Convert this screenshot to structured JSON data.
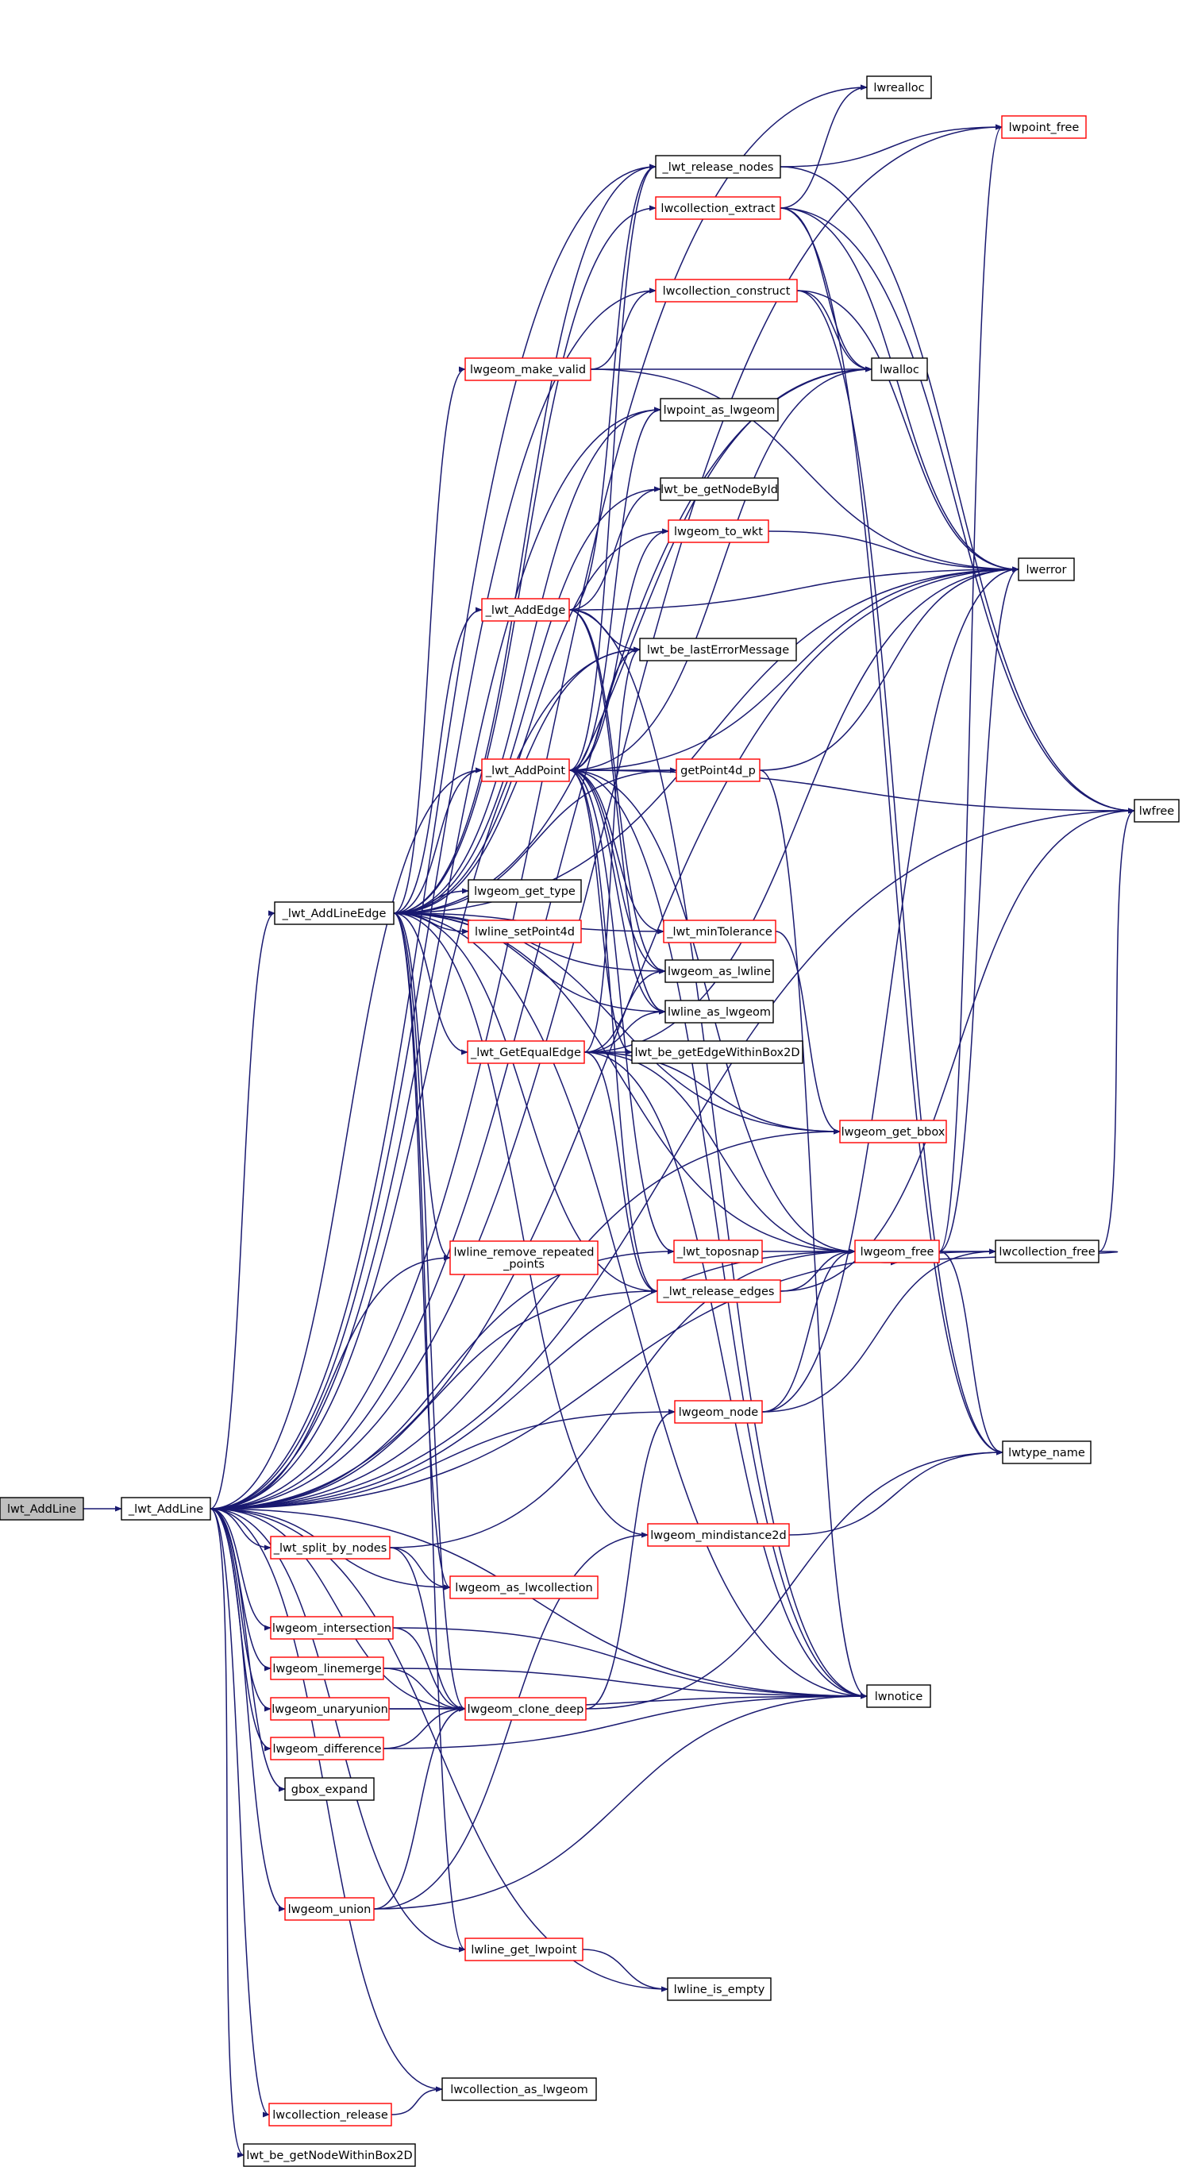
{
  "colors": {
    "edge": "#191970",
    "node_border_default": "#000000",
    "node_border_truncated": "#ff0000",
    "root_fill": "#bfbfbf",
    "node_fill": "#ffffff"
  },
  "nodes": [
    {
      "id": "n_lwt_AddLine",
      "lines": [
        "lwt_AddLine"
      ],
      "style": "root"
    },
    {
      "id": "n__lwt_AddLine",
      "lines": [
        "_lwt_AddLine"
      ],
      "style": "default"
    },
    {
      "id": "n__lwt_AddLineEdge",
      "lines": [
        "_lwt_AddLineEdge"
      ],
      "style": "default"
    },
    {
      "id": "n_lwrealloc",
      "lines": [
        "lwrealloc"
      ],
      "style": "default"
    },
    {
      "id": "n_lwpoint_free",
      "lines": [
        "lwpoint_free"
      ],
      "style": "red"
    },
    {
      "id": "n__lwt_release_nodes",
      "lines": [
        "_lwt_release_nodes"
      ],
      "style": "default"
    },
    {
      "id": "n_lwcollection_extract",
      "lines": [
        "lwcollection_extract"
      ],
      "style": "red"
    },
    {
      "id": "n_lwcollection_construct",
      "lines": [
        "lwcollection_construct"
      ],
      "style": "red"
    },
    {
      "id": "n_lwgeom_make_valid",
      "lines": [
        "lwgeom_make_valid"
      ],
      "style": "red"
    },
    {
      "id": "n_lwalloc",
      "lines": [
        "lwalloc"
      ],
      "style": "default"
    },
    {
      "id": "n_lwpoint_as_lwgeom",
      "lines": [
        "lwpoint_as_lwgeom"
      ],
      "style": "default"
    },
    {
      "id": "n_lwt_be_getNodeById",
      "lines": [
        "lwt_be_getNodeById"
      ],
      "style": "default"
    },
    {
      "id": "n_lwgeom_to_wkt",
      "lines": [
        "lwgeom_to_wkt"
      ],
      "style": "red"
    },
    {
      "id": "n_lwerror",
      "lines": [
        "lwerror"
      ],
      "style": "default"
    },
    {
      "id": "n__lwt_AddEdge",
      "lines": [
        "_lwt_AddEdge"
      ],
      "style": "red"
    },
    {
      "id": "n_lwt_be_lastErrorMessage",
      "lines": [
        "lwt_be_lastErrorMessage"
      ],
      "style": "default"
    },
    {
      "id": "n__lwt_AddPoint",
      "lines": [
        "_lwt_AddPoint"
      ],
      "style": "red"
    },
    {
      "id": "n_getPoint4d_p",
      "lines": [
        "getPoint4d_p"
      ],
      "style": "red"
    },
    {
      "id": "n_lwfree",
      "lines": [
        "lwfree"
      ],
      "style": "default"
    },
    {
      "id": "n_lwgeom_get_type",
      "lines": [
        "lwgeom_get_type"
      ],
      "style": "default"
    },
    {
      "id": "n_lwline_setPoint4d",
      "lines": [
        "lwline_setPoint4d"
      ],
      "style": "red"
    },
    {
      "id": "n__lwt_minTolerance",
      "lines": [
        "_lwt_minTolerance"
      ],
      "style": "red"
    },
    {
      "id": "n_lwgeom_as_lwline",
      "lines": [
        "lwgeom_as_lwline"
      ],
      "style": "default"
    },
    {
      "id": "n_lwline_as_lwgeom",
      "lines": [
        "lwline_as_lwgeom"
      ],
      "style": "default"
    },
    {
      "id": "n__lwt_GetEqualEdge",
      "lines": [
        "_lwt_GetEqualEdge"
      ],
      "style": "red"
    },
    {
      "id": "n_lwt_be_getEdgeWithinBox2D",
      "lines": [
        "lwt_be_getEdgeWithinBox2D"
      ],
      "style": "default"
    },
    {
      "id": "n_lwgeom_get_bbox",
      "lines": [
        "lwgeom_get_bbox"
      ],
      "style": "red"
    },
    {
      "id": "n_lwline_remove_repeated_points",
      "lines": [
        "lwline_remove_repeated",
        "_points"
      ],
      "style": "red"
    },
    {
      "id": "n__lwt_toposnap",
      "lines": [
        "_lwt_toposnap"
      ],
      "style": "red"
    },
    {
      "id": "n_lwgeom_free",
      "lines": [
        "lwgeom_free"
      ],
      "style": "red"
    },
    {
      "id": "n_lwcollection_free",
      "lines": [
        "lwcollection_free"
      ],
      "style": "default"
    },
    {
      "id": "n__lwt_release_edges",
      "lines": [
        "_lwt_release_edges"
      ],
      "style": "red"
    },
    {
      "id": "n_lwgeom_node",
      "lines": [
        "lwgeom_node"
      ],
      "style": "red"
    },
    {
      "id": "n_lwtype_name",
      "lines": [
        "lwtype_name"
      ],
      "style": "default"
    },
    {
      "id": "n__lwt_split_by_nodes",
      "lines": [
        "_lwt_split_by_nodes"
      ],
      "style": "red"
    },
    {
      "id": "n_lwgeom_mindistance2d",
      "lines": [
        "lwgeom_mindistance2d"
      ],
      "style": "red"
    },
    {
      "id": "n_lwgeom_as_lwcollection",
      "lines": [
        "lwgeom_as_lwcollection"
      ],
      "style": "red"
    },
    {
      "id": "n_lwgeom_intersection",
      "lines": [
        "lwgeom_intersection"
      ],
      "style": "red"
    },
    {
      "id": "n_lwnotice",
      "lines": [
        "lwnotice"
      ],
      "style": "default"
    },
    {
      "id": "n_lwgeom_linemerge",
      "lines": [
        "lwgeom_linemerge"
      ],
      "style": "red"
    },
    {
      "id": "n_lwgeom_unaryunion",
      "lines": [
        "lwgeom_unaryunion"
      ],
      "style": "red"
    },
    {
      "id": "n_lwgeom_clone_deep",
      "lines": [
        "lwgeom_clone_deep"
      ],
      "style": "red"
    },
    {
      "id": "n_lwgeom_difference",
      "lines": [
        "lwgeom_difference"
      ],
      "style": "red"
    },
    {
      "id": "n_gbox_expand",
      "lines": [
        "gbox_expand"
      ],
      "style": "default"
    },
    {
      "id": "n_lwgeom_union",
      "lines": [
        "lwgeom_union"
      ],
      "style": "red"
    },
    {
      "id": "n_lwline_get_lwpoint",
      "lines": [
        "lwline_get_lwpoint"
      ],
      "style": "red"
    },
    {
      "id": "n_lwline_is_empty",
      "lines": [
        "lwline_is_empty"
      ],
      "style": "default"
    },
    {
      "id": "n_lwcollection_as_lwgeom",
      "lines": [
        "lwcollection_as_lwgeom"
      ],
      "style": "default"
    },
    {
      "id": "n_lwcollection_release",
      "lines": [
        "lwcollection_release"
      ],
      "style": "red"
    },
    {
      "id": "n_lwt_be_getNodeWithinBox2D",
      "lines": [
        "lwt_be_getNodeWithinBox2D"
      ],
      "style": "default"
    }
  ],
  "edges": [
    [
      "n_lwt_AddLine",
      "n__lwt_AddLine"
    ],
    [
      "n__lwt_AddLine",
      "n__lwt_AddLineEdge"
    ],
    [
      "n__lwt_AddLine",
      "n_lwrealloc"
    ],
    [
      "n__lwt_AddLine",
      "n_lwpoint_free"
    ],
    [
      "n__lwt_AddLine",
      "n__lwt_release_nodes"
    ],
    [
      "n__lwt_AddLine",
      "n_lwcollection_construct"
    ],
    [
      "n__lwt_AddLine",
      "n_lwalloc"
    ],
    [
      "n__lwt_AddLine",
      "n_lwpoint_as_lwgeom"
    ],
    [
      "n__lwt_AddLine",
      "n_lwerror"
    ],
    [
      "n__lwt_AddLine",
      "n_lwt_be_lastErrorMessage"
    ],
    [
      "n__lwt_AddLine",
      "n__lwt_AddPoint"
    ],
    [
      "n__lwt_AddLine",
      "n_lwline_remove_repeated_points"
    ],
    [
      "n__lwt_AddLine",
      "n__lwt_toposnap"
    ],
    [
      "n__lwt_AddLine",
      "n__lwt_release_edges"
    ],
    [
      "n__lwt_AddLine",
      "n_lwgeom_get_bbox"
    ],
    [
      "n__lwt_AddLine",
      "n_lwgeom_free"
    ],
    [
      "n__lwt_AddLine",
      "n_lwgeom_node"
    ],
    [
      "n__lwt_AddLine",
      "n_lwcollection_free"
    ],
    [
      "n__lwt_AddLine",
      "n__lwt_split_by_nodes"
    ],
    [
      "n__lwt_AddLine",
      "n_lwgeom_intersection"
    ],
    [
      "n__lwt_AddLine",
      "n_lwgeom_linemerge"
    ],
    [
      "n__lwt_AddLine",
      "n_lwgeom_unaryunion"
    ],
    [
      "n__lwt_AddLine",
      "n_lwgeom_difference"
    ],
    [
      "n__lwt_AddLine",
      "n_gbox_expand"
    ],
    [
      "n__lwt_AddLine",
      "n_lwgeom_union"
    ],
    [
      "n__lwt_AddLine",
      "n_lwgeom_as_lwcollection"
    ],
    [
      "n__lwt_AddLine",
      "n_lwgeom_clone_deep"
    ],
    [
      "n__lwt_AddLine",
      "n_lwline_get_lwpoint"
    ],
    [
      "n__lwt_AddLine",
      "n_lwline_is_empty"
    ],
    [
      "n__lwt_AddLine",
      "n_lwfree"
    ],
    [
      "n__lwt_AddLine",
      "n_lwnotice"
    ],
    [
      "n__lwt_AddLine",
      "n_lwcollection_as_lwgeom"
    ],
    [
      "n__lwt_AddLine",
      "n_lwcollection_release"
    ],
    [
      "n__lwt_AddLine",
      "n_lwt_be_getNodeWithinBox2D"
    ],
    [
      "n__lwt_AddLineEdge",
      "n__lwt_release_nodes"
    ],
    [
      "n__lwt_AddLineEdge",
      "n_lwcollection_extract"
    ],
    [
      "n__lwt_AddLineEdge",
      "n_lwgeom_make_valid"
    ],
    [
      "n__lwt_AddLineEdge",
      "n_lwalloc"
    ],
    [
      "n__lwt_AddLineEdge",
      "n_lwpoint_as_lwgeom"
    ],
    [
      "n__lwt_AddLineEdge",
      "n_lwt_be_getNodeById"
    ],
    [
      "n__lwt_AddLineEdge",
      "n_lwgeom_to_wkt"
    ],
    [
      "n__lwt_AddLineEdge",
      "n_lwerror"
    ],
    [
      "n__lwt_AddLineEdge",
      "n__lwt_AddEdge"
    ],
    [
      "n__lwt_AddLineEdge",
      "n_lwt_be_lastErrorMessage"
    ],
    [
      "n__lwt_AddLineEdge",
      "n__lwt_AddPoint"
    ],
    [
      "n__lwt_AddLineEdge",
      "n_getPoint4d_p"
    ],
    [
      "n__lwt_AddLineEdge",
      "n_lwgeom_get_type"
    ],
    [
      "n__lwt_AddLineEdge",
      "n_lwline_setPoint4d"
    ],
    [
      "n__lwt_AddLineEdge",
      "n__lwt_minTolerance"
    ],
    [
      "n__lwt_AddLineEdge",
      "n_lwgeom_as_lwline"
    ],
    [
      "n__lwt_AddLineEdge",
      "n_lwline_as_lwgeom"
    ],
    [
      "n__lwt_AddLineEdge",
      "n__lwt_GetEqualEdge"
    ],
    [
      "n__lwt_AddLineEdge",
      "n_lwgeom_get_bbox"
    ],
    [
      "n__lwt_AddLineEdge",
      "n_lwline_remove_repeated_points"
    ],
    [
      "n__lwt_AddLineEdge",
      "n__lwt_release_edges"
    ],
    [
      "n__lwt_AddLineEdge",
      "n_lwgeom_free"
    ],
    [
      "n__lwt_AddLineEdge",
      "n_lwgeom_as_lwcollection"
    ],
    [
      "n__lwt_AddLineEdge",
      "n_lwgeom_clone_deep"
    ],
    [
      "n__lwt_AddLineEdge",
      "n_lwline_get_lwpoint"
    ],
    [
      "n__lwt_AddLineEdge",
      "n_lwnotice"
    ],
    [
      "n__lwt_AddLineEdge",
      "n_lwgeom_mindistance2d"
    ],
    [
      "n__lwt_release_nodes",
      "n_lwpoint_free"
    ],
    [
      "n__lwt_release_nodes",
      "n_lwfree"
    ],
    [
      "n_lwcollection_extract",
      "n_lwrealloc"
    ],
    [
      "n_lwcollection_extract",
      "n_lwalloc"
    ],
    [
      "n_lwcollection_extract",
      "n_lwerror"
    ],
    [
      "n_lwcollection_extract",
      "n_lwfree"
    ],
    [
      "n_lwcollection_extract",
      "n_lwtype_name"
    ],
    [
      "n_lwcollection_construct",
      "n_lwalloc"
    ],
    [
      "n_lwcollection_construct",
      "n_lwerror"
    ],
    [
      "n_lwcollection_construct",
      "n_lwtype_name"
    ],
    [
      "n_lwgeom_make_valid",
      "n_lwcollection_construct"
    ],
    [
      "n_lwgeom_make_valid",
      "n_lwalloc"
    ],
    [
      "n_lwgeom_make_valid",
      "n_lwerror"
    ],
    [
      "n_lwgeom_to_wkt",
      "n_lwerror"
    ],
    [
      "n__lwt_AddEdge",
      "n__lwt_release_nodes"
    ],
    [
      "n__lwt_AddEdge",
      "n_lwt_be_getNodeById"
    ],
    [
      "n__lwt_AddEdge",
      "n_lwerror"
    ],
    [
      "n__lwt_AddEdge",
      "n_lwt_be_lastErrorMessage"
    ],
    [
      "n__lwt_AddEdge",
      "n_lwgeom_as_lwline"
    ],
    [
      "n__lwt_AddEdge",
      "n_lwline_as_lwgeom"
    ],
    [
      "n__lwt_AddEdge",
      "n_lwnotice"
    ],
    [
      "n__lwt_AddPoint",
      "n__lwt_release_nodes"
    ],
    [
      "n__lwt_AddPoint",
      "n_lwalloc"
    ],
    [
      "n__lwt_AddPoint",
      "n_lwpoint_as_lwgeom"
    ],
    [
      "n__lwt_AddPoint",
      "n_lwgeom_to_wkt"
    ],
    [
      "n__lwt_AddPoint",
      "n_lwerror"
    ],
    [
      "n__lwt_AddPoint",
      "n_lwt_be_lastErrorMessage"
    ],
    [
      "n__lwt_AddPoint",
      "n_getPoint4d_p"
    ],
    [
      "n__lwt_AddPoint",
      "n_lwfree"
    ],
    [
      "n__lwt_AddPoint",
      "n__lwt_minTolerance"
    ],
    [
      "n__lwt_AddPoint",
      "n_lwgeom_as_lwline"
    ],
    [
      "n__lwt_AddPoint",
      "n_lwline_as_lwgeom"
    ],
    [
      "n__lwt_AddPoint",
      "n_lwt_be_getEdgeWithinBox2D"
    ],
    [
      "n__lwt_AddPoint",
      "n__lwt_toposnap"
    ],
    [
      "n__lwt_AddPoint",
      "n__lwt_release_edges"
    ],
    [
      "n__lwt_AddPoint",
      "n_lwgeom_free"
    ],
    [
      "n__lwt_AddPoint",
      "n_lwnotice"
    ],
    [
      "n_getPoint4d_p",
      "n_lwerror"
    ],
    [
      "n_getPoint4d_p",
      "n_lwnotice"
    ],
    [
      "n__lwt_minTolerance",
      "n_lwgeom_get_bbox"
    ],
    [
      "n__lwt_GetEqualEdge",
      "n_lwt_be_lastErrorMessage"
    ],
    [
      "n__lwt_GetEqualEdge",
      "n_lwerror"
    ],
    [
      "n__lwt_GetEqualEdge",
      "n_lwgeom_as_lwline"
    ],
    [
      "n__lwt_GetEqualEdge",
      "n_lwline_as_lwgeom"
    ],
    [
      "n__lwt_GetEqualEdge",
      "n_lwt_be_getEdgeWithinBox2D"
    ],
    [
      "n__lwt_GetEqualEdge",
      "n_lwgeom_get_bbox"
    ],
    [
      "n__lwt_GetEqualEdge",
      "n_lwgeom_free"
    ],
    [
      "n__lwt_GetEqualEdge",
      "n__lwt_release_edges"
    ],
    [
      "n__lwt_GetEqualEdge",
      "n_lwnotice"
    ],
    [
      "n__lwt_toposnap",
      "n_lwgeom_free"
    ],
    [
      "n__lwt_release_edges",
      "n_lwgeom_free"
    ],
    [
      "n__lwt_release_edges",
      "n_lwfree"
    ],
    [
      "n_lwgeom_free",
      "n_lwpoint_free"
    ],
    [
      "n_lwgeom_free",
      "n_lwcollection_free"
    ],
    [
      "n_lwgeom_free",
      "n_lwtype_name"
    ],
    [
      "n_lwgeom_free",
      "n_lwerror"
    ],
    [
      "n_lwcollection_free",
      "n_lwgeom_free"
    ],
    [
      "n_lwcollection_free",
      "n_lwfree"
    ],
    [
      "n_lwgeom_node",
      "n_lwgeom_free"
    ],
    [
      "n_lwgeom_node",
      "n_lwcollection_free"
    ],
    [
      "n_lwgeom_node",
      "n_lwerror"
    ],
    [
      "n__lwt_split_by_nodes",
      "n_lwgeom_as_lwcollection"
    ],
    [
      "n__lwt_split_by_nodes",
      "n_lwgeom_clone_deep"
    ],
    [
      "n__lwt_split_by_nodes",
      "n_lwgeom_free"
    ],
    [
      "n_lwgeom_mindistance2d",
      "n_lwtype_name"
    ],
    [
      "n_lwgeom_intersection",
      "n_lwgeom_clone_deep"
    ],
    [
      "n_lwgeom_intersection",
      "n_lwnotice"
    ],
    [
      "n_lwgeom_linemerge",
      "n_lwgeom_clone_deep"
    ],
    [
      "n_lwgeom_linemerge",
      "n_lwnotice"
    ],
    [
      "n_lwgeom_unaryunion",
      "n_lwgeom_clone_deep"
    ],
    [
      "n_lwgeom_unaryunion",
      "n_lwnotice"
    ],
    [
      "n_lwgeom_difference",
      "n_lwgeom_clone_deep"
    ],
    [
      "n_lwgeom_difference",
      "n_lwnotice"
    ],
    [
      "n_lwgeom_clone_deep",
      "n_lwgeom_node"
    ],
    [
      "n_lwgeom_clone_deep",
      "n_lwtype_name"
    ],
    [
      "n_lwgeom_union",
      "n_lwgeom_clone_deep"
    ],
    [
      "n_lwgeom_union",
      "n_lwgeom_mindistance2d"
    ],
    [
      "n_lwgeom_union",
      "n_lwnotice"
    ],
    [
      "n_lwline_get_lwpoint",
      "n_lwline_is_empty"
    ],
    [
      "n_lwcollection_release",
      "n_lwcollection_as_lwgeom"
    ]
  ]
}
